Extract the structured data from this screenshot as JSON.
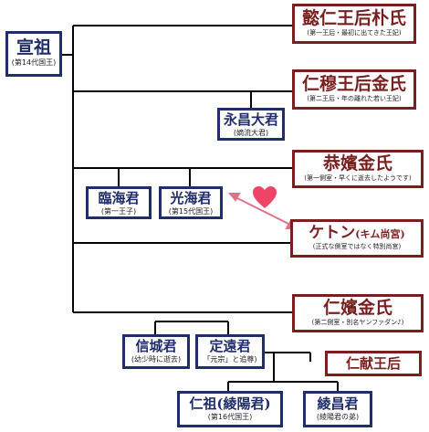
{
  "nodes": {
    "xuanzu": {
      "name": "宣祖",
      "note": "(第14代国王)"
    },
    "yiinjin": {
      "name": "懿仁王后朴氏",
      "note": "(第一王后・最初に出てきた王妃)"
    },
    "inmok": {
      "name": "仁穆王后金氏",
      "note": "(第二王后・年の離れた若い王妃)"
    },
    "yeongchang": {
      "name": "永昌大君",
      "note": "(嫡流大君)"
    },
    "gongbin": {
      "name": "恭嬪金氏",
      "note": "(第一側室・早くに逝去したようです)"
    },
    "imhae": {
      "name": "臨海君",
      "note": "(第一王子)"
    },
    "gwanghae": {
      "name": "光海君",
      "note": "(第15代国王)"
    },
    "gaetton": {
      "name": "ケトン",
      "name_paren": "(キム尚宮)",
      "note": "(正式な側室ではなく特別尚宮)"
    },
    "inbin": {
      "name": "仁嬪金氏",
      "note": "(第二側室・別名ヤンファダン♪)"
    },
    "sinseong": {
      "name": "信城君",
      "note": "(幼少時に逝去)"
    },
    "jeongwon": {
      "name": "定遠君",
      "note": "「元宗」と追尊)"
    },
    "inheon": {
      "name": "仁献王后"
    },
    "injo": {
      "name": "仁祖(綾陽君)",
      "note": "(第16代国王)"
    },
    "neungchang": {
      "name": "綾昌君",
      "note": "(綾陽君の弟)"
    }
  },
  "colors": {
    "navy": "#1f2d6b",
    "maroon": "#7a1f1f",
    "heart": "#ee4466",
    "arrow": "#e0708a"
  }
}
